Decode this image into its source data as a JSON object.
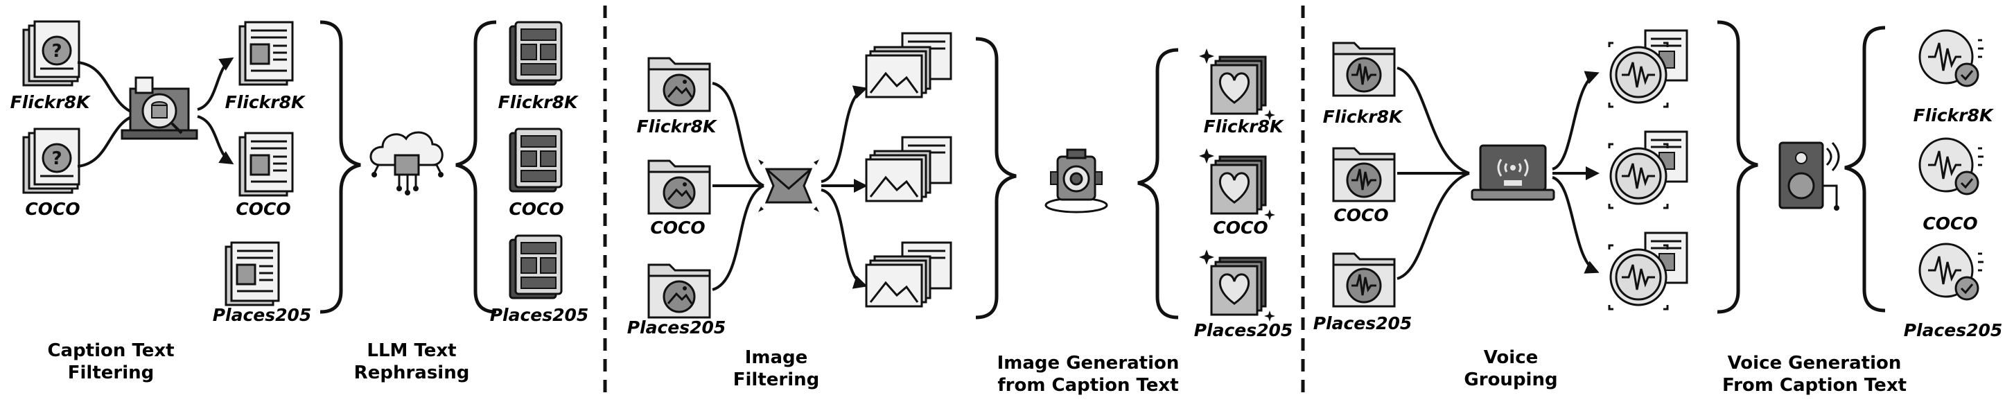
{
  "sections": [
    {
      "captions": [
        {
          "line1": "Caption Text",
          "line2": "Filtering"
        },
        {
          "line1": "LLM Text",
          "line2": "Rephrasing"
        }
      ]
    },
    {
      "captions": [
        {
          "line1": "Image",
          "line2": "Filtering"
        },
        {
          "line1": "Image Generation",
          "line2": "from Caption Text"
        }
      ]
    },
    {
      "captions": [
        {
          "line1": "Voice",
          "line2": "Grouping"
        },
        {
          "line1": "Voice Generation",
          "line2": "From Caption Text"
        }
      ]
    }
  ],
  "datasets": {
    "flickr": "Flickr8K",
    "coco": "COCO",
    "places": "Places205"
  },
  "icons": {
    "question_doc": "question-document-icon",
    "doc": "newspaper-document-icon",
    "inspect_laptop": "database-inspection-laptop-icon",
    "llm_cloud": "cloud-chip-icon",
    "image_folder": "image-folder-icon",
    "image_stack": "image-stack-icon",
    "filter_envelope": "filter-envelope-icon",
    "camera": "camera-icon",
    "heart_stack": "heart-image-stack-icon",
    "audio_folder": "audio-folder-icon",
    "signal_laptop": "signal-laptop-icon",
    "voice_doc": "voice-document-icon",
    "speaker": "speaker-icon",
    "verified_audio": "verified-audio-icon"
  },
  "colors": {
    "dark": "#2b2b2b",
    "mid": "#7a7a7a",
    "light": "#cfcfcf",
    "paper": "#f2f2f2"
  }
}
